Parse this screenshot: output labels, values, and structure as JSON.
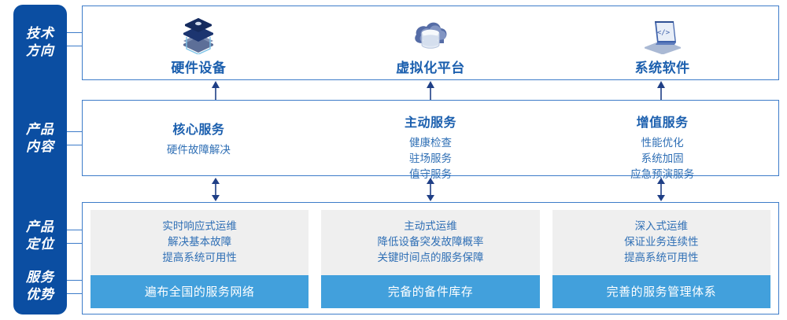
{
  "sidebar": {
    "items": [
      {
        "label": "技术\n方向",
        "line1": "技术",
        "line2": "方向",
        "name": "tech-direction"
      },
      {
        "label": "产品\n内容",
        "line1": "产品",
        "line2": "内容",
        "name": "product-content"
      },
      {
        "label": "产品\n定位",
        "line1": "产品",
        "line2": "定位",
        "name": "product-position"
      },
      {
        "label": "服务\n优势",
        "line1": "服务",
        "line2": "优势",
        "name": "service-advantage"
      }
    ],
    "bg_color": "#0b4ea2",
    "text_color": "#ffffff"
  },
  "tech_section": {
    "columns": [
      {
        "icon": "server-stack-icon",
        "label": "硬件设备"
      },
      {
        "icon": "cloud-database-icon",
        "label": "虚拟化平台"
      },
      {
        "icon": "laptop-code-icon",
        "label": "系统软件"
      }
    ]
  },
  "product_section": {
    "columns": [
      {
        "title": "核心服务",
        "items": [
          "硬件故障解决"
        ]
      },
      {
        "title": "主动服务",
        "items": [
          "健康检查",
          "驻场服务",
          "值守服务"
        ]
      },
      {
        "title": "增值服务",
        "items": [
          "性能优化",
          "系统加固",
          "应急预演服务"
        ]
      }
    ]
  },
  "position_section": {
    "cards": [
      {
        "lines": [
          "实时响应式运维",
          "解决基本故障",
          "提高系统可用性"
        ]
      },
      {
        "lines": [
          "主动式运维",
          "降低设备突发故障概率",
          "关键时间点的服务保障"
        ]
      },
      {
        "lines": [
          "深入式运维",
          "保证业务连续性",
          "提高系统可用性"
        ]
      }
    ]
  },
  "advantage_section": {
    "bars": [
      {
        "label": "遍布全国的服务网络"
      },
      {
        "label": "完备的备件库存"
      },
      {
        "label": "完善的服务管理体系"
      }
    ],
    "bar_color": "#42a0dc"
  },
  "colors": {
    "sidebar_blue": "#0b4ea2",
    "border_blue": "#3d7cc9",
    "title_blue": "#1b5fae",
    "text_blue": "#2f6fb5",
    "bar_blue": "#42a0dc",
    "card_gray": "#efefef"
  }
}
